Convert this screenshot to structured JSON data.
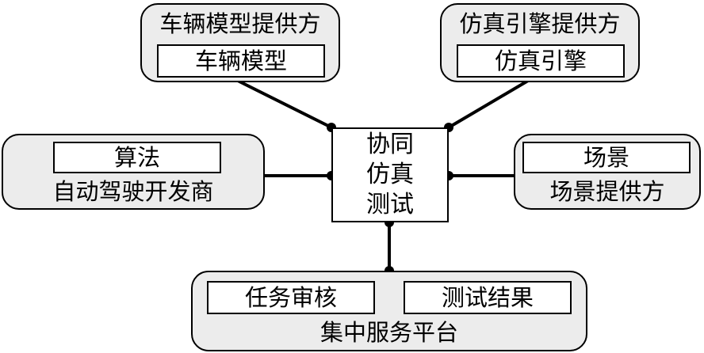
{
  "center": {
    "line1": "协同",
    "line2": "仿真",
    "line3": "测试"
  },
  "vehicle_provider": {
    "title": "车辆模型提供方",
    "item": "车辆模型"
  },
  "engine_provider": {
    "title": "仿真引擎提供方",
    "item": "仿真引擎"
  },
  "ad_developer": {
    "title": "自动驾驶开发商",
    "item": "算法"
  },
  "scenario_provider": {
    "title": "场景提供方",
    "item": "场景"
  },
  "platform": {
    "title": "集中服务平台",
    "item1": "任务审核",
    "item2": "测试结果"
  },
  "colors": {
    "group_fill": "#ececec",
    "stroke": "#000000",
    "box_fill": "#ffffff"
  }
}
